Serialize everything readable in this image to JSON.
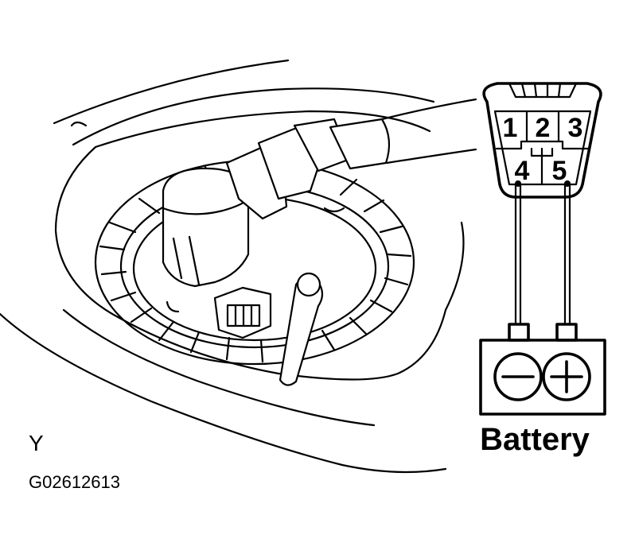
{
  "connector": {
    "pins": [
      "1",
      "2",
      "3",
      "4",
      "5"
    ]
  },
  "battery": {
    "label": "Battery",
    "negative_symbol": "−",
    "positive_symbol": "+"
  },
  "view_label": "Y",
  "figure_code": "G02612613"
}
